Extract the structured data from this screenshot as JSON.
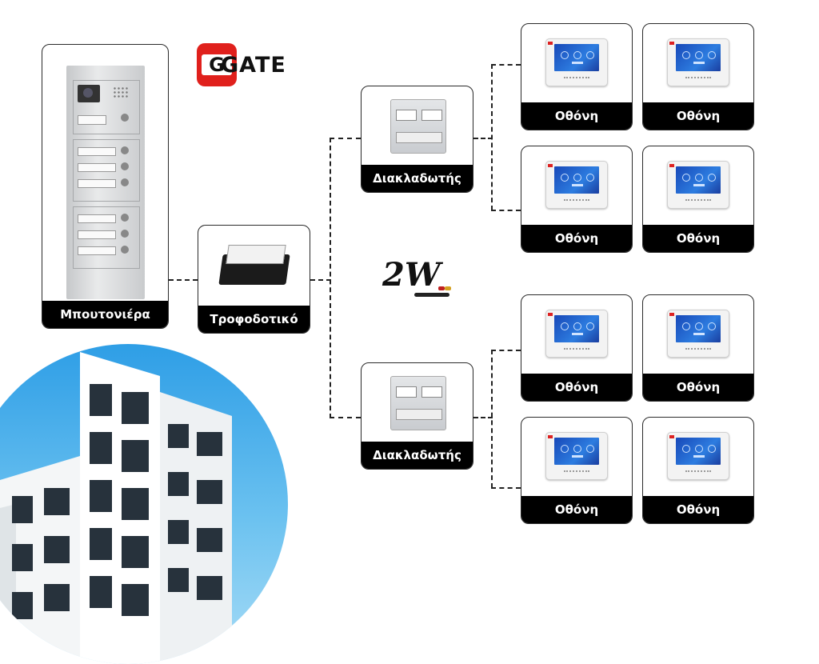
{
  "brand": {
    "logo_text": "GATE",
    "logo_mark": "G",
    "accent_color": "#e0201c"
  },
  "components": {
    "doorbell_panel": "Μπουτονιέρα",
    "power_supply": "Τροφοδοτικό",
    "distributor_top": "Διακλαδωτής",
    "distributor_bottom": "Διακλαδωτής",
    "wiring_mark": "2W"
  },
  "monitors": [
    {
      "label": "Οθόνη"
    },
    {
      "label": "Οθόνη"
    },
    {
      "label": "Οθόνη"
    },
    {
      "label": "Οθόνη"
    },
    {
      "label": "Οθόνη"
    },
    {
      "label": "Οθόνη"
    },
    {
      "label": "Οθόνη"
    },
    {
      "label": "Οθόνη"
    }
  ],
  "colors": {
    "card_border": "#2a2a2a",
    "label_bg": "#000000",
    "label_text": "#ffffff",
    "sky": "#3aa8e8"
  }
}
